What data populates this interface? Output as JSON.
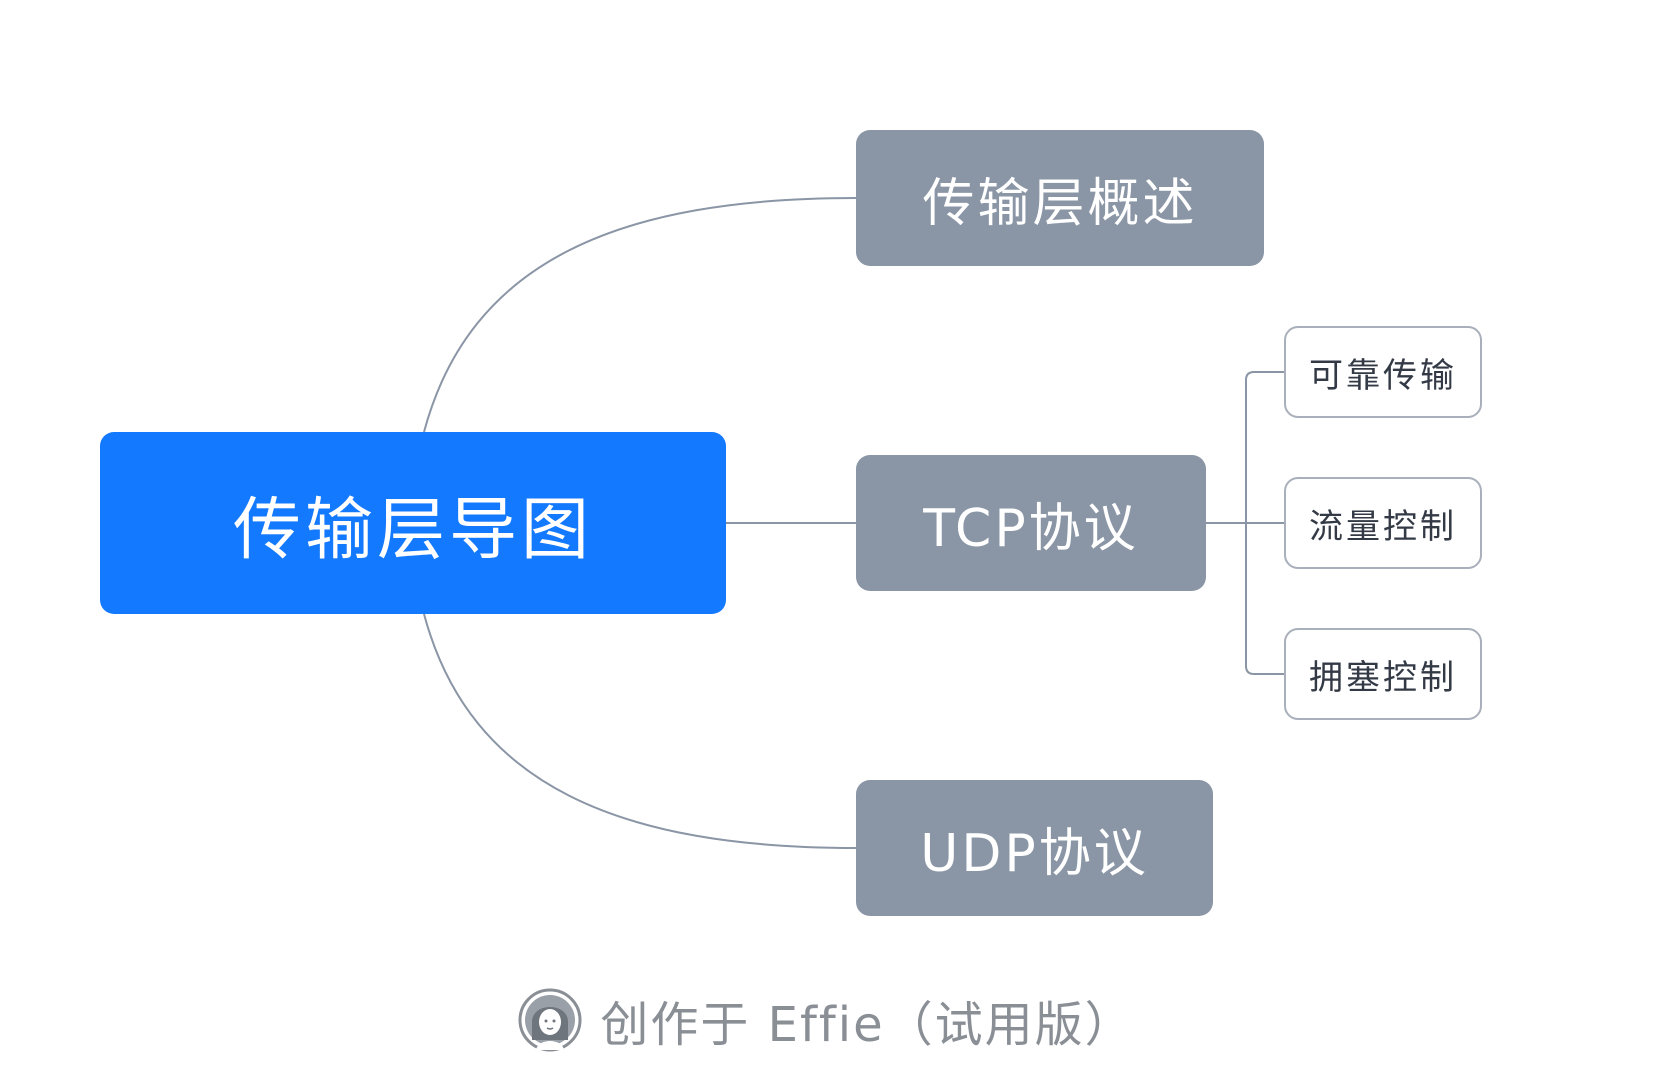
{
  "root": {
    "label": "传输层导图"
  },
  "branches": [
    {
      "label": "传输层概述"
    },
    {
      "label": "TCP协议"
    },
    {
      "label": "UDP协议"
    }
  ],
  "tcp_children": [
    {
      "label": "可靠传输"
    },
    {
      "label": "流量控制"
    },
    {
      "label": "拥塞控制"
    }
  ],
  "footer": {
    "text": "创作于 Effie（试用版）",
    "icon": "user-avatar-icon"
  },
  "colors": {
    "root_fill": "#1379ff",
    "branch_fill": "#8a95a5",
    "leaf_border": "#a9b0bb",
    "connector": "#8a95a5"
  }
}
